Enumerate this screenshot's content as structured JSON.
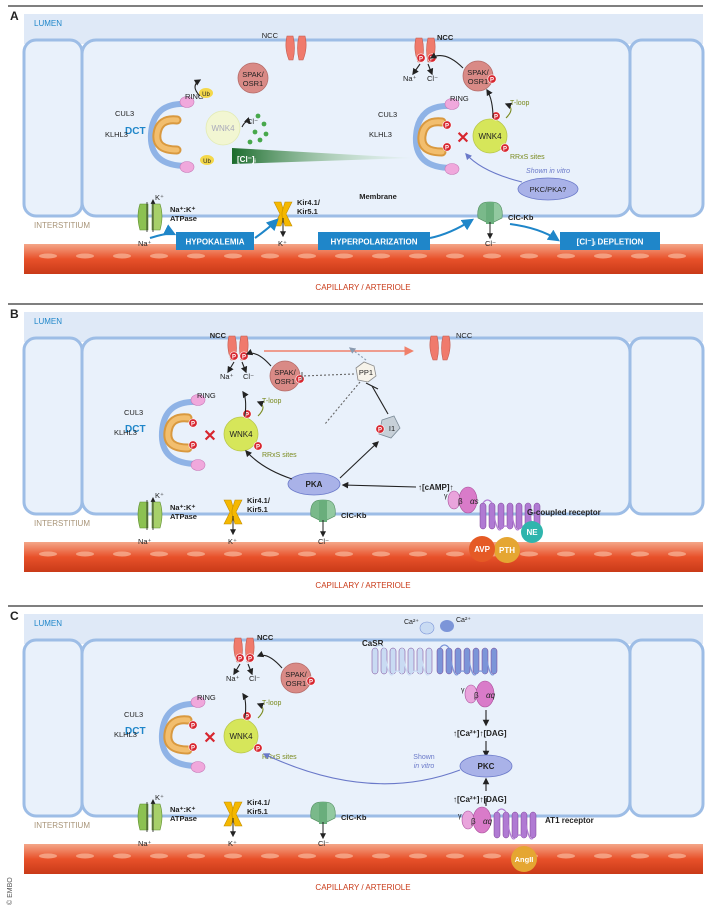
{
  "panels": [
    {
      "letter": "A",
      "lumen": "LUMEN",
      "interstitium": "INTERSTITIUM",
      "capillary": "CAPILLARY / ARTERIOLE",
      "dct": "DCT",
      "ncc_left": "NCC",
      "ncc_right": "NCC",
      "spak": [
        "SPAK/",
        "OSR1"
      ],
      "spak2": [
        "SPAK/",
        "OSR1"
      ],
      "ring": "RING",
      "ring2": "RING",
      "cul3": "CUL3",
      "cul3_2": "CUL3",
      "klhl3": "KLHL3",
      "klhl3_2": "KLHL3",
      "wnk4": "WNK4",
      "wnk4_2": "WNK4",
      "ub1": "Ub",
      "ub2": "Ub",
      "cl_small": "Cl⁻",
      "cl_gradient": "[Cl⁻]ᵢ",
      "tloop": "T-loop",
      "rrxs": "RRxS sites",
      "shown_in_vitro": "Shown in vitro",
      "pkc_pka": "PKC/PKA?",
      "na": "Na⁺",
      "cl": "Cl⁻",
      "kplus": "K⁺",
      "na_k": "Na⁺:K⁺",
      "atpase": "ATPase",
      "na_bottom": "Na⁺",
      "kir": [
        "Kir4.1/",
        "Kir5.1"
      ],
      "k_bottom": "K⁺",
      "membrane": "Membrane",
      "clckb": "ClC-Kb",
      "cl_bottom": "Cl⁻",
      "hypokalemia": "HYPOKALEMIA",
      "hyperpolarization": "HYPERPOLARIZATION",
      "depletion": "[Cl⁻]ᵢ DEPLETION"
    },
    {
      "letter": "B",
      "lumen": "LUMEN",
      "interstitium": "INTERSTITIUM",
      "capillary": "CAPILLARY / ARTERIOLE",
      "dct": "DCT",
      "ncc_left": "NCC",
      "ncc_right": "NCC",
      "na": "Na⁺",
      "cl": "Cl⁻",
      "spak": [
        "SPAK/",
        "OSR1"
      ],
      "pp1": "PP1",
      "i1": "I1",
      "ring": "RING",
      "cul3": "CUL3",
      "klhl3": "KLHL3",
      "wnk4": "WNK4",
      "tloop": "T-loop",
      "rrxs": "RRxS sites",
      "pka": "PKA",
      "camp": "↑[cAMP]↑",
      "gcr": "G-coupled receptor",
      "beta": "β",
      "alpha": "αs",
      "gamma": "γ",
      "avp": "AVP",
      "pth": "PTH",
      "ne": "NE",
      "kplus": "K⁺",
      "na_k": "Na⁺:K⁺",
      "atpase": "ATPase",
      "na_bottom": "Na⁺",
      "kir": [
        "Kir4.1/",
        "Kir5.1"
      ],
      "k_bottom": "K⁺",
      "clckb": "ClC-Kb",
      "cl_bottom": "Cl⁻"
    },
    {
      "letter": "C",
      "lumen": "LUMEN",
      "interstitium": "INTERSTITIUM",
      "capillary": "CAPILLARY / ARTERIOLE",
      "dct": "DCT",
      "ncc": "NCC",
      "na": "Na⁺",
      "cl": "Cl⁻",
      "spak": [
        "SPAK/",
        "OSR1"
      ],
      "ring": "RING",
      "cul3": "CUL3",
      "klhl3": "KLHL3",
      "wnk4": "WNK4",
      "tloop": "T-loop",
      "rrxs": "RRxS sites",
      "casr": "CaSR",
      "ca1": "Ca²⁺",
      "ca2": "Ca²⁺",
      "beta": "β",
      "alphaq": "αq",
      "gamma": "γ",
      "ca_dag_top": "↑[Ca²⁺]↑[DAG]",
      "pkc": "PKC",
      "shown": "Shown",
      "in_vitro": "in vitro",
      "ca_dag_bottom": "↑[Ca²⁺]↑[DAG]",
      "at1": "AT1 receptor",
      "angii": "AngII",
      "kplus": "K⁺",
      "na_k": "Na⁺:K⁺",
      "atpase": "ATPase",
      "na_bottom": "Na⁺",
      "kir": [
        "Kir4.1/",
        "Kir5.1"
      ],
      "k_bottom": "K⁺",
      "clckb": "ClC-Kb",
      "cl_bottom": "Cl⁻"
    }
  ],
  "credit": "© EMBO",
  "colors": {
    "lumen_blue": "#dfe9f7",
    "cell_blue": "#e9f1fb",
    "membrane_blue": "#9dbde6",
    "capillary_red": "#e8512a",
    "box_blue": "#1f86c9",
    "wnk_yellow": "#d6e65a",
    "spak_red": "#d98a86",
    "ncc_red": "#f07a6c",
    "phospho_red": "#d7262f",
    "pkc_lavender": "#a9b2e8",
    "green_arrow": "#2a8a3c"
  }
}
